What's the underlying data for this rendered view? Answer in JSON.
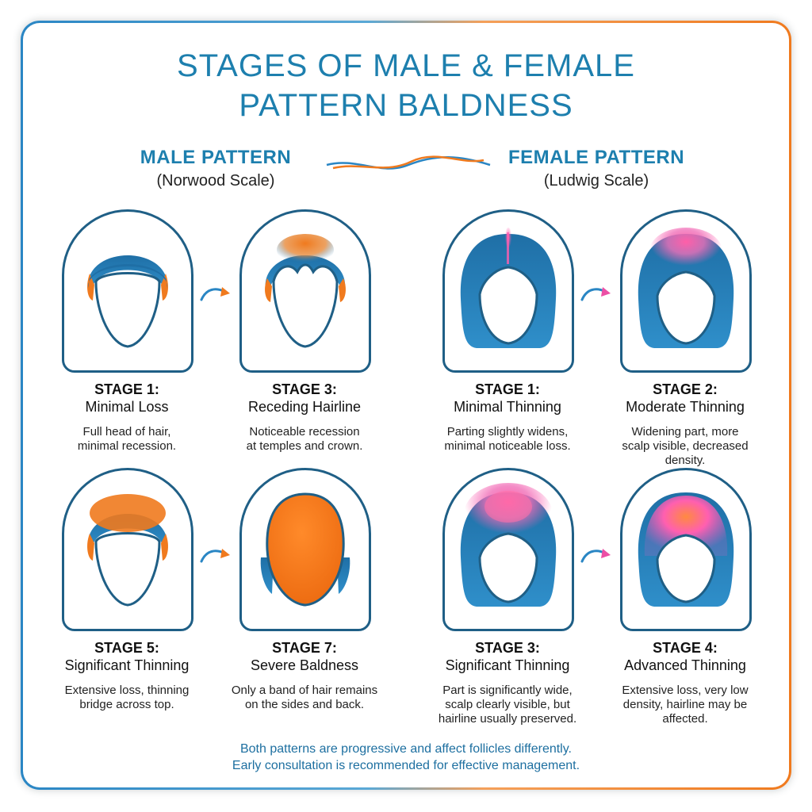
{
  "title": {
    "line1": "STAGES OF MALE & FEMALE",
    "line2": "PATTERN BALDNESS"
  },
  "male": {
    "heading": "MALE PATTERN",
    "scale": "(Norwood Scale)"
  },
  "female": {
    "heading": "FEMALE PATTERN",
    "scale": "(Ludwig Scale)"
  },
  "colors": {
    "primary_blue": "#1d7fae",
    "dark_blue": "#1f5f86",
    "orange": "#f07a1e",
    "pink": "#ec4fa5"
  },
  "stages": [
    {
      "stage": "STAGE 1:",
      "name": "Minimal Loss",
      "desc1": "Full head of hair,",
      "desc2": "minimal recession.",
      "desc3": ""
    },
    {
      "stage": "STAGE 3:",
      "name": "Receding Hairline",
      "desc1": "Noticeable recession",
      "desc2": "at temples and crown.",
      "desc3": ""
    },
    {
      "stage": "STAGE 1:",
      "name": "Minimal Thinning",
      "desc1": "Parting slightly widens,",
      "desc2": "minimal noticeable loss.",
      "desc3": ""
    },
    {
      "stage": "STAGE 2:",
      "name": "Moderate Thinning",
      "desc1": "Widening part, more",
      "desc2": "scalp visible, decreased",
      "desc3": "density."
    },
    {
      "stage": "STAGE 5:",
      "name": "Significant Thinning",
      "desc1": "Extensive loss, thinning",
      "desc2": "bridge across top.",
      "desc3": ""
    },
    {
      "stage": "STAGE 7:",
      "name": "Severe Baldness",
      "desc1": "Only a band of hair remains",
      "desc2": "on the sides and back.",
      "desc3": ""
    },
    {
      "stage": "STAGE 3:",
      "name": "Significant Thinning",
      "desc1": "Part is significantly wide,",
      "desc2": "scalp clearly visible, but",
      "desc3": "hairline usually preserved."
    },
    {
      "stage": "STAGE 4:",
      "name": "Advanced Thinning",
      "desc1": "Extensive loss, very low",
      "desc2": "density, hairline may be",
      "desc3": "affected."
    }
  ],
  "footer": {
    "line1": "Both patterns are progressive and affect follicles differently.",
    "line2": "Early consultation is recommended for effective management."
  }
}
